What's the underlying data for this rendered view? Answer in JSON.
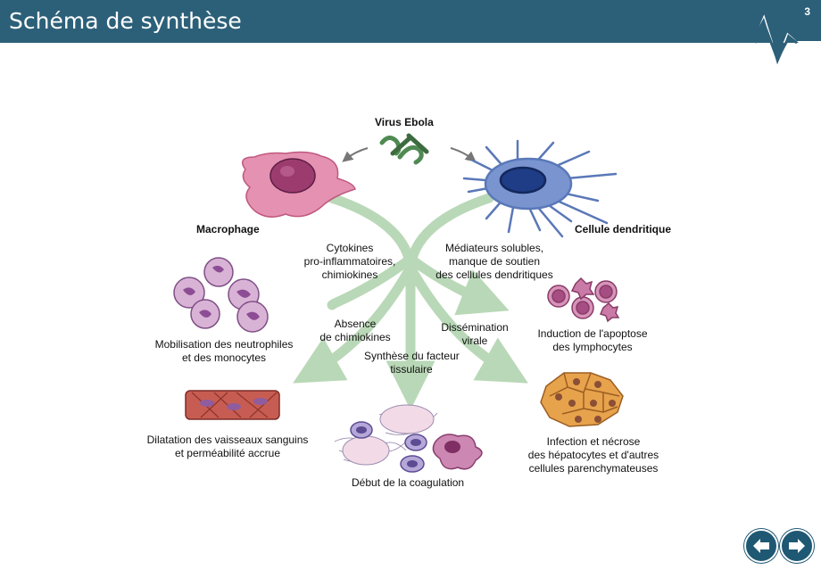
{
  "header": {
    "title": "Schéma de synthèse",
    "page_number": "3"
  },
  "diagram": {
    "virus": "Virus Ebola",
    "macrophage": "Macrophage",
    "dendritic": "Cellule dendritique",
    "cytokines": [
      "Cytokines",
      "pro-inflammatoires,",
      "chimiokines"
    ],
    "mediators": [
      "Médiateurs solubles,",
      "manque de soutien",
      "des cellules dendritiques"
    ],
    "absence": [
      "Absence",
      "de chimiokines"
    ],
    "dissemination": [
      "Dissémination",
      "virale"
    ],
    "tissue_factor": [
      "Synthèse du facteur",
      "tissulaire"
    ],
    "neutrophils": [
      "Mobilisation des neutrophiles",
      "et des monocytes"
    ],
    "apoptosis": [
      "Induction de l'apoptose",
      "des lymphocytes"
    ],
    "vessels": [
      "Dilatation des vaisseaux sanguins",
      "et perméabilité accrue"
    ],
    "coagulation": "Début de la coagulation",
    "infection": [
      "Infection et nécrose",
      "des hépatocytes et d'autres",
      "cellules parenchymateuses"
    ]
  },
  "nav": {
    "prev_icon": "arrow-left-icon",
    "next_icon": "arrow-right-icon"
  },
  "colors": {
    "header": "#2c6079",
    "arrow_green": "#b9d8b7",
    "nav": "#1f5873"
  }
}
